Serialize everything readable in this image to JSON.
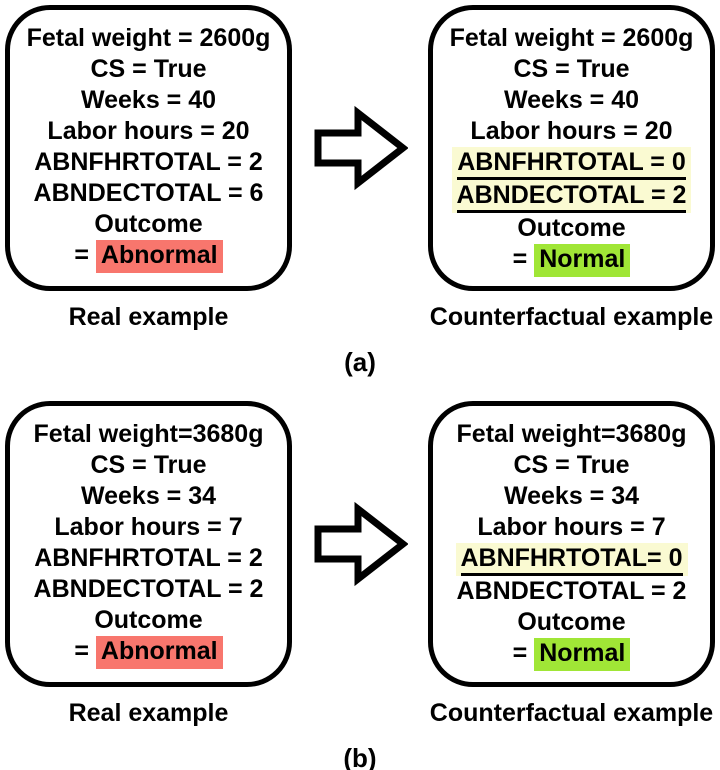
{
  "colors": {
    "red_highlight": "#F8766D",
    "green_highlight": "#A0E636",
    "yellow_highlight": "#FAFAD2",
    "border": "#000000"
  },
  "panels": [
    {
      "caption": "(a)",
      "real": {
        "label": "Real example",
        "lines": [
          {
            "text": "Fetal weight = 2600g"
          },
          {
            "text": "CS = True"
          },
          {
            "text": "Weeks = 40"
          },
          {
            "text": "Labor hours = 20"
          },
          {
            "text": "ABNFHRTOTAL = 2"
          },
          {
            "text": "ABNDECTOTAL = 6"
          },
          {
            "text": "Outcome"
          },
          {
            "prefix": "= ",
            "text": "Abnormal",
            "hl": "red"
          }
        ]
      },
      "counterfactual": {
        "label": "Counterfactual example",
        "lines": [
          {
            "text": "Fetal weight = 2600g"
          },
          {
            "text": "CS = True"
          },
          {
            "text": "Weeks = 40"
          },
          {
            "text": "Labor hours = 20"
          },
          {
            "text": "ABNFHRTOTAL = 0",
            "hl": "yellow",
            "underline": true
          },
          {
            "text": "ABNDECTOTAL = 2",
            "hl": "yellow",
            "underline": true
          },
          {
            "text": "Outcome"
          },
          {
            "prefix": "= ",
            "text": "Normal",
            "hl": "green"
          }
        ]
      }
    },
    {
      "caption": "(b)",
      "real": {
        "label": "Real example",
        "lines": [
          {
            "text": "Fetal weight=3680g"
          },
          {
            "text": "CS = True"
          },
          {
            "text": "Weeks = 34"
          },
          {
            "text": "Labor hours = 7"
          },
          {
            "text": "ABNFHRTOTAL = 2"
          },
          {
            "text": "ABNDECTOTAL = 2"
          },
          {
            "text": "Outcome"
          },
          {
            "prefix": "= ",
            "text": "Abnormal",
            "hl": "red"
          }
        ]
      },
      "counterfactual": {
        "label": "Counterfactual example",
        "lines": [
          {
            "text": "Fetal weight=3680g"
          },
          {
            "text": "CS = True"
          },
          {
            "text": "Weeks = 34"
          },
          {
            "text": "Labor hours = 7"
          },
          {
            "text": "ABNFHRTOTAL= 0",
            "hl": "yellow",
            "underline": true
          },
          {
            "text": "ABNDECTOTAL = 2"
          },
          {
            "text": "Outcome"
          },
          {
            "prefix": "= ",
            "text": "Normal",
            "hl": "green"
          }
        ]
      }
    }
  ]
}
